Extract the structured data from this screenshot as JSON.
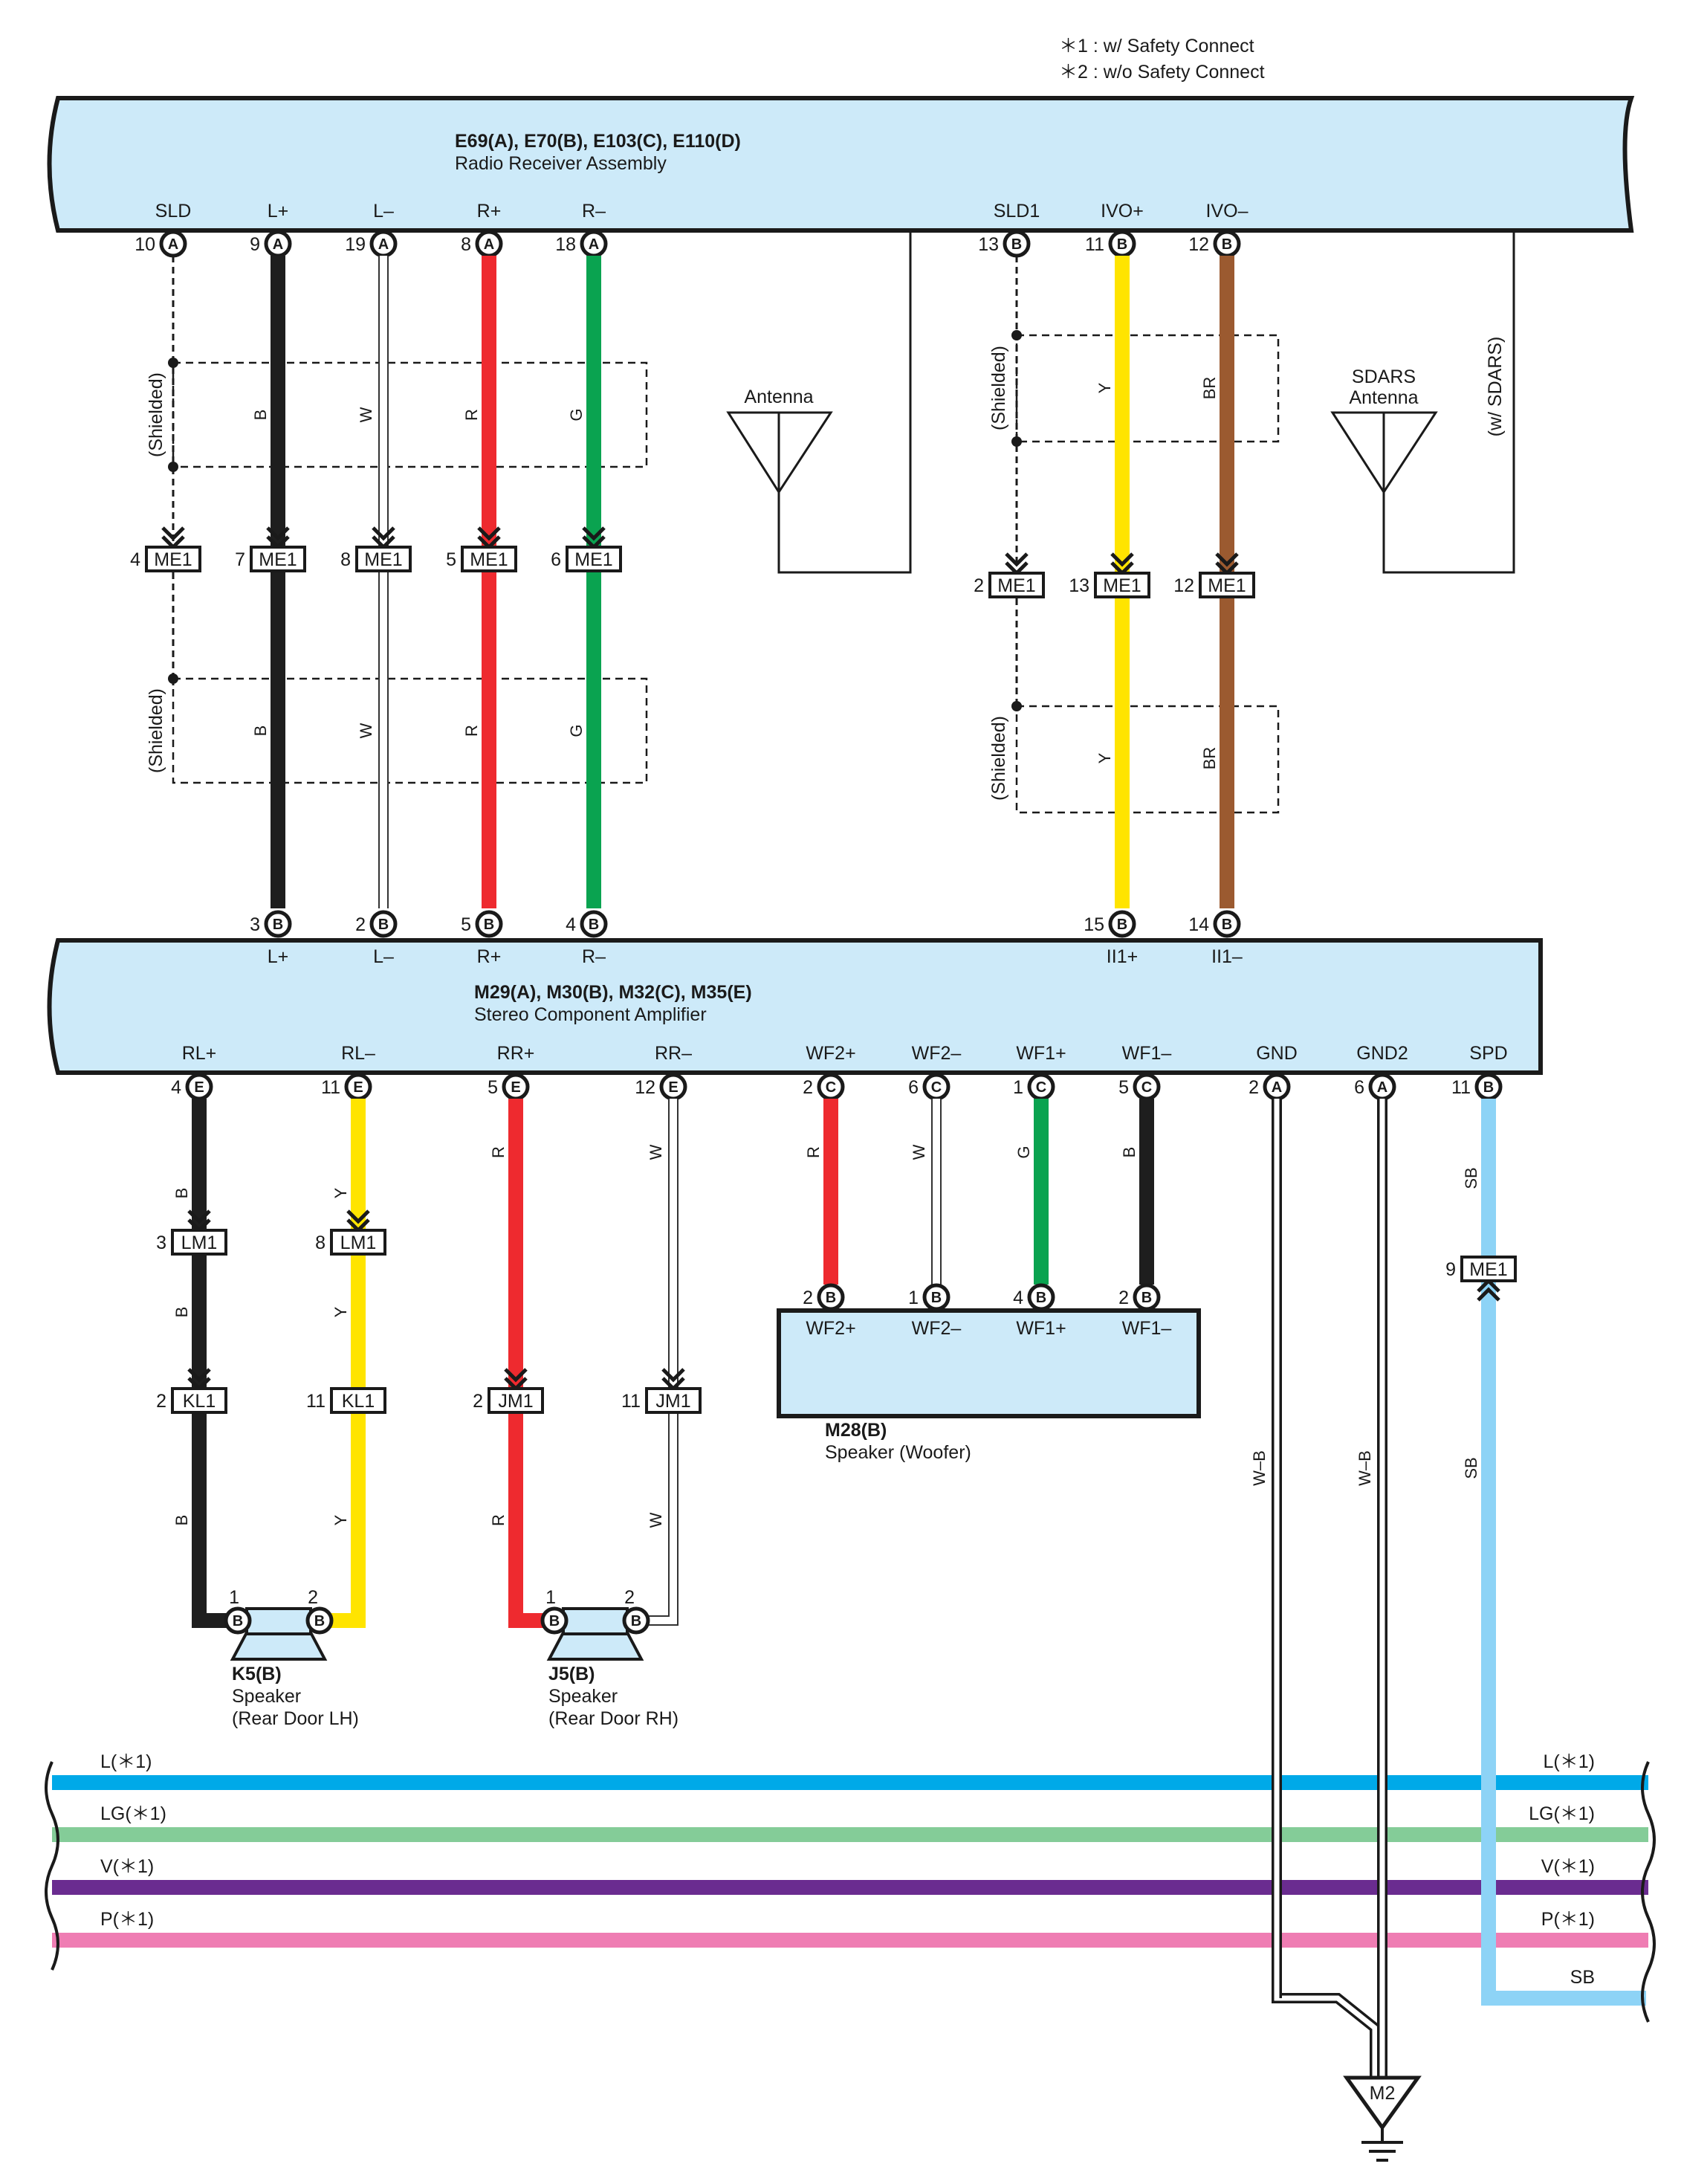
{
  "notes": [
    "＊1 : w/ Safety Connect",
    "＊2 : w/o Safety Connect"
  ],
  "colors": {
    "B": "#1e1e1e",
    "W": "#ffffff",
    "R": "#ee2a2f",
    "G": "#0aa350",
    "Y": "#ffe400",
    "BR": "#9b5a30",
    "SB": "#8dd3f6",
    "L": "#00a9e8",
    "LG": "#84cc98",
    "V": "#6a2c90",
    "P": "#ef7db3",
    "unit": "#cdeaf9"
  },
  "radio": {
    "codes": "E69(A), E70(B), E103(C), E110(D)",
    "name": "Radio Receiver Assembly",
    "terminals": [
      {
        "id": "r-sld",
        "label": "SLD",
        "pin": "10",
        "conn": "A"
      },
      {
        "id": "r-lp",
        "label": "L+",
        "pin": "9",
        "conn": "A"
      },
      {
        "id": "r-lm",
        "label": "L–",
        "pin": "19",
        "conn": "A"
      },
      {
        "id": "r-rp",
        "label": "R+",
        "pin": "8",
        "conn": "A"
      },
      {
        "id": "r-rm",
        "label": "R–",
        "pin": "18",
        "conn": "A"
      },
      {
        "id": "r-sld1",
        "label": "SLD1",
        "pin": "13",
        "conn": "B"
      },
      {
        "id": "r-ivop",
        "label": "IVO+",
        "pin": "11",
        "conn": "B"
      },
      {
        "id": "r-ivom",
        "label": "IVO–",
        "pin": "12",
        "conn": "B"
      }
    ]
  },
  "amplifier": {
    "codes": "M29(A), M30(B), M32(C), M35(E)",
    "name": "Stereo Component Amplifier",
    "inputs": [
      {
        "id": "a-lp",
        "label": "L+",
        "pin": "3",
        "conn": "B"
      },
      {
        "id": "a-lm",
        "label": "L–",
        "pin": "2",
        "conn": "B"
      },
      {
        "id": "a-rp",
        "label": "R+",
        "pin": "5",
        "conn": "B"
      },
      {
        "id": "a-rm",
        "label": "R–",
        "pin": "4",
        "conn": "B"
      },
      {
        "id": "a-iip",
        "label": "II1+",
        "pin": "15",
        "conn": "B"
      },
      {
        "id": "a-iim",
        "label": "II1–",
        "pin": "14",
        "conn": "B"
      }
    ],
    "outputs": [
      {
        "id": "o-rlp",
        "label": "RL+",
        "pin": "4",
        "conn": "E"
      },
      {
        "id": "o-rlm",
        "label": "RL–",
        "pin": "11",
        "conn": "E"
      },
      {
        "id": "o-rrp",
        "label": "RR+",
        "pin": "5",
        "conn": "E"
      },
      {
        "id": "o-rrm",
        "label": "RR–",
        "pin": "12",
        "conn": "E"
      },
      {
        "id": "o-wf2p",
        "label": "WF2+",
        "pin": "2",
        "conn": "C"
      },
      {
        "id": "o-wf2m",
        "label": "WF2–",
        "pin": "6",
        "conn": "C"
      },
      {
        "id": "o-wf1p",
        "label": "WF1+",
        "pin": "1",
        "conn": "C"
      },
      {
        "id": "o-wf1m",
        "label": "WF1–",
        "pin": "5",
        "conn": "C"
      },
      {
        "id": "o-gnd",
        "label": "GND",
        "pin": "2",
        "conn": "A"
      },
      {
        "id": "o-gnd2",
        "label": "GND2",
        "pin": "6",
        "conn": "A"
      },
      {
        "id": "o-spd",
        "label": "SPD",
        "pin": "11",
        "conn": "B"
      }
    ]
  },
  "woofer": {
    "code": "M28(B)",
    "name": "Speaker (Woofer)",
    "terminals": [
      {
        "id": "w-wf2p",
        "label": "WF2+",
        "pin": "2",
        "conn": "B"
      },
      {
        "id": "w-wf2m",
        "label": "WF2–",
        "pin": "1",
        "conn": "B"
      },
      {
        "id": "w-wf1p",
        "label": "WF1+",
        "pin": "4",
        "conn": "B"
      },
      {
        "id": "w-wf1m",
        "label": "WF1–",
        "pin": "2",
        "conn": "B"
      }
    ]
  },
  "speakers": [
    {
      "id": "k5",
      "code": "K5(B)",
      "name": "Speaker",
      "location": "(Rear Door LH)",
      "pin1": "1",
      "pin2": "2",
      "conn": "B"
    },
    {
      "id": "j5",
      "code": "J5(B)",
      "name": "Speaker",
      "location": "(Rear Door RH)",
      "pin1": "1",
      "pin2": "2",
      "conn": "B"
    }
  ],
  "connectors": [
    {
      "id": "me1-sld",
      "name": "ME1",
      "pin": "4"
    },
    {
      "id": "me1-lp",
      "name": "ME1",
      "pin": "7"
    },
    {
      "id": "me1-lm",
      "name": "ME1",
      "pin": "8"
    },
    {
      "id": "me1-rp",
      "name": "ME1",
      "pin": "5"
    },
    {
      "id": "me1-rm",
      "name": "ME1",
      "pin": "6"
    },
    {
      "id": "me1-sld1",
      "name": "ME1",
      "pin": "2"
    },
    {
      "id": "me1-ivop",
      "name": "ME1",
      "pin": "13"
    },
    {
      "id": "me1-ivom",
      "name": "ME1",
      "pin": "12"
    },
    {
      "id": "lm1-rlp",
      "name": "LM1",
      "pin": "3"
    },
    {
      "id": "lm1-rlm",
      "name": "LM1",
      "pin": "8"
    },
    {
      "id": "kl1-rlp",
      "name": "KL1",
      "pin": "2"
    },
    {
      "id": "kl1-rlm",
      "name": "KL1",
      "pin": "11"
    },
    {
      "id": "jm1-rrp",
      "name": "JM1",
      "pin": "2"
    },
    {
      "id": "jm1-rrm",
      "name": "JM1",
      "pin": "11"
    },
    {
      "id": "me1-spd",
      "name": "ME1",
      "pin": "9"
    }
  ],
  "antennas": {
    "antenna": "Antenna",
    "sdars_l1": "SDARS",
    "sdars_l2": "Antenna",
    "sdars_cond": "(w/ SDARS)"
  },
  "shielded": "(Shielded)",
  "wire_labels": {
    "B": "B",
    "W": "W",
    "R": "R",
    "G": "G",
    "Y": "Y",
    "BR": "BR",
    "SB": "SB",
    "WB": "W–B"
  },
  "buses": [
    {
      "id": "bus-l",
      "label": "L(＊1)",
      "color": "L"
    },
    {
      "id": "bus-lg",
      "label": "LG(＊1)",
      "color": "LG"
    },
    {
      "id": "bus-v",
      "label": "V(＊1)",
      "color": "V"
    },
    {
      "id": "bus-p",
      "label": "P(＊1)",
      "color": "P"
    }
  ],
  "sb_end_label": "SB",
  "ground": "M2"
}
